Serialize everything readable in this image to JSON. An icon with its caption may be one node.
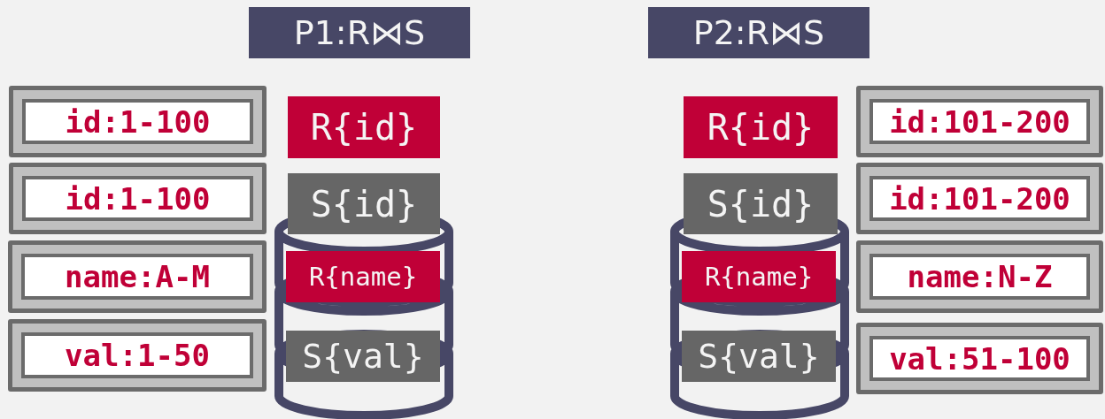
{
  "diagram": {
    "nodes": [
      {
        "text": [
          "P1:R⋈S"
        ]
      },
      {
        "text": [
          "P2:R⋈S"
        ]
      },
      {
        "text": [
          "id:1-100"
        ]
      },
      {
        "text": [
          "R{id}"
        ]
      },
      {
        "text": [
          "R{id}"
        ]
      },
      {
        "text": [
          "id:101-200"
        ]
      },
      {
        "text": [
          "id:1-100"
        ]
      },
      {
        "text": [
          "S{id}"
        ]
      },
      {
        "text": [
          "S{id}"
        ]
      },
      {
        "text": [
          "id:101-200"
        ]
      },
      {
        "text": [
          "name:A-M"
        ]
      },
      {
        "text": [
          "R{name}"
        ]
      },
      {
        "text": [
          "R{name}"
        ]
      },
      {
        "text": [
          "name:N-Z"
        ]
      },
      {
        "text": [
          "val:1-50"
        ]
      },
      {
        "text": [
          "S{val}"
        ]
      },
      {
        "text": [
          "S{val}"
        ]
      },
      {
        "text": [
          "val:51-100"
        ]
      }
    ]
  }
}
